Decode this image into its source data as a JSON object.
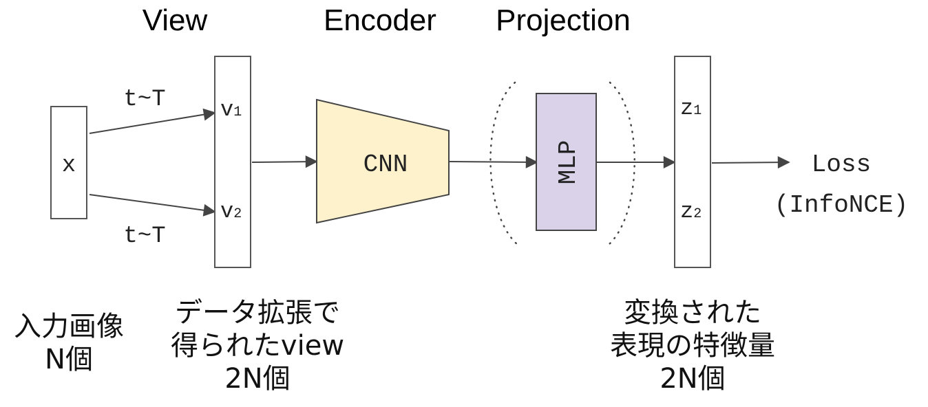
{
  "headers": {
    "view": "View",
    "encoder": "Encoder",
    "projection": "Projection"
  },
  "input": {
    "label": "x"
  },
  "transform": {
    "top": "t~T",
    "bottom": "t~T"
  },
  "views": {
    "v1": "v",
    "v1_sub": "1",
    "v2": "v",
    "v2_sub": "2"
  },
  "encoder": {
    "label": "CNN",
    "fill": "#fdf2cc"
  },
  "projection": {
    "label": "MLP",
    "fill": "#d9d2e9"
  },
  "outputs": {
    "z1": "z",
    "z1_sub": "1",
    "z2": "z",
    "z2_sub": "2"
  },
  "loss": {
    "line1": "Loss",
    "line2": "(InfoNCE)"
  },
  "captions": {
    "input": [
      "入力画像",
      "N個"
    ],
    "views": [
      "データ拡張で",
      "得られたview",
      "2N個"
    ],
    "outputs": [
      "変換された",
      "表現の特徴量",
      "2N個"
    ]
  }
}
